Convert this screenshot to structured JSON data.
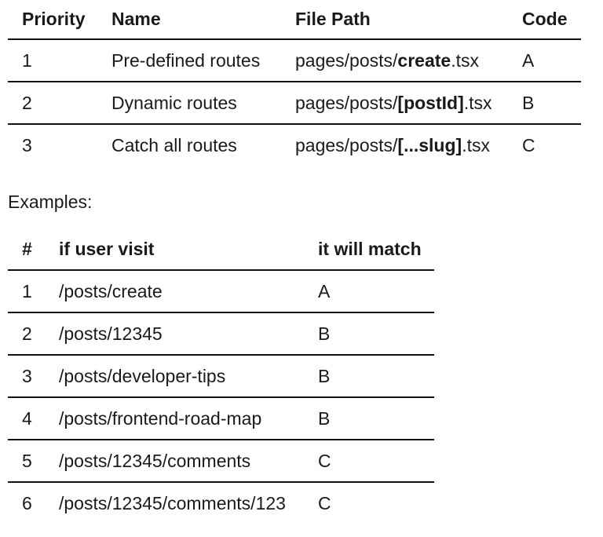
{
  "page": {
    "background": "#ffffff",
    "text_color": "#1a1a1a",
    "rule_color": "#111111"
  },
  "routes_table": {
    "headers": {
      "priority": "Priority",
      "name": "Name",
      "file_path": "File Path",
      "code": "Code"
    },
    "rows": [
      {
        "priority": "1",
        "name": "Pre-defined routes",
        "path_prefix": "pages/posts/",
        "path_bold": "create",
        "path_suffix": ".tsx",
        "code": "A"
      },
      {
        "priority": "2",
        "name": "Dynamic routes",
        "path_prefix": "pages/posts/",
        "path_bold": "[postId]",
        "path_suffix": ".tsx",
        "code": "B"
      },
      {
        "priority": "3",
        "name": "Catch all routes",
        "path_prefix": "pages/posts/",
        "path_bold": "[...slug]",
        "path_suffix": ".tsx",
        "code": "C"
      }
    ]
  },
  "examples": {
    "label": "Examples:",
    "table": {
      "headers": {
        "num": "#",
        "visit": "if user visit",
        "match": "it will match"
      },
      "rows": [
        {
          "num": "1",
          "visit": "/posts/create",
          "match": "A"
        },
        {
          "num": "2",
          "visit": "/posts/12345",
          "match": "B"
        },
        {
          "num": "3",
          "visit": "/posts/developer-tips",
          "match": "B"
        },
        {
          "num": "4",
          "visit": "/posts/frontend-road-map",
          "match": "B"
        },
        {
          "num": "5",
          "visit": "/posts/12345/comments",
          "match": "C"
        },
        {
          "num": "6",
          "visit": "/posts/12345/comments/123",
          "match": "C"
        }
      ]
    }
  }
}
